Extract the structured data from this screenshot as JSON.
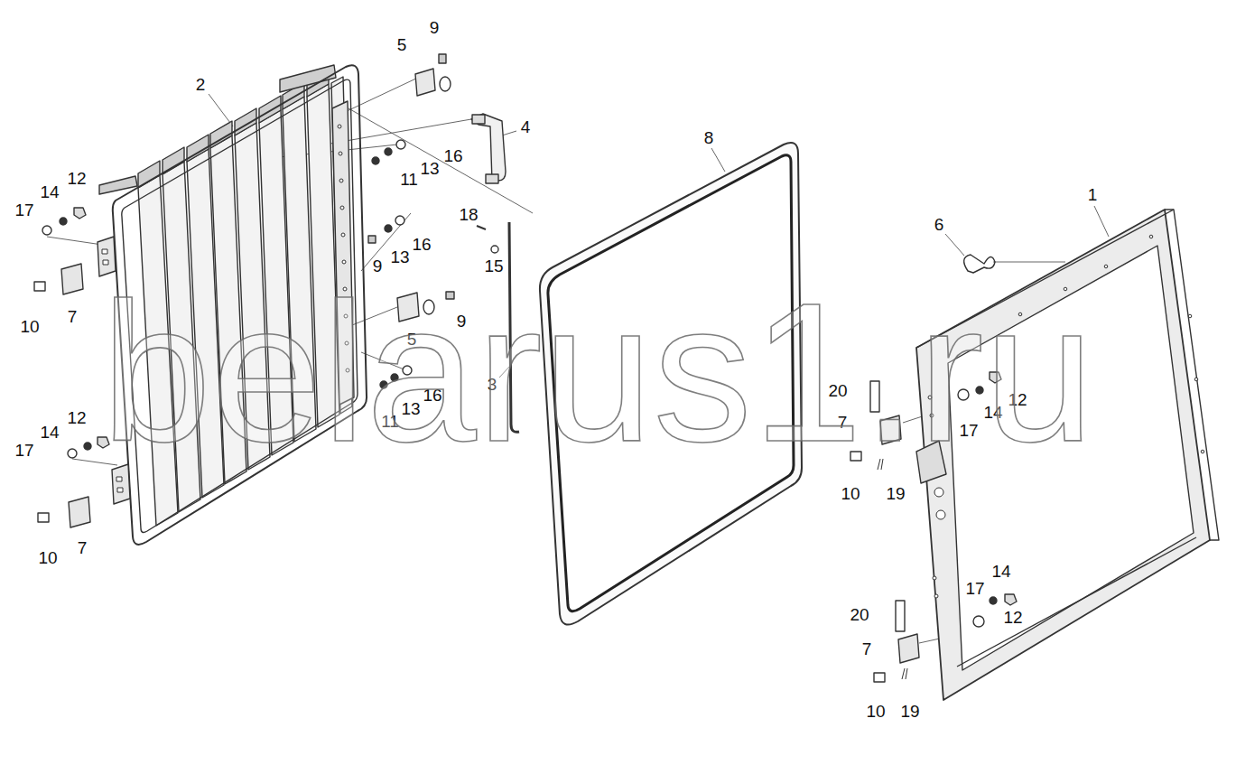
{
  "diagram": {
    "labels": [
      "9",
      "5",
      "2",
      "4",
      "8",
      "16",
      "13",
      "11",
      "12",
      "1",
      "14",
      "17",
      "18",
      "6",
      "16",
      "13",
      "9",
      "15",
      "7",
      "9",
      "10",
      "5",
      "3",
      "20",
      "16",
      "12",
      "13",
      "14",
      "12",
      "11",
      "7",
      "17",
      "14",
      "17",
      "10",
      "19",
      "7",
      "10",
      "14",
      "17",
      "20",
      "12",
      "7",
      "10",
      "19",
      "belarus1.ru"
    ]
  }
}
